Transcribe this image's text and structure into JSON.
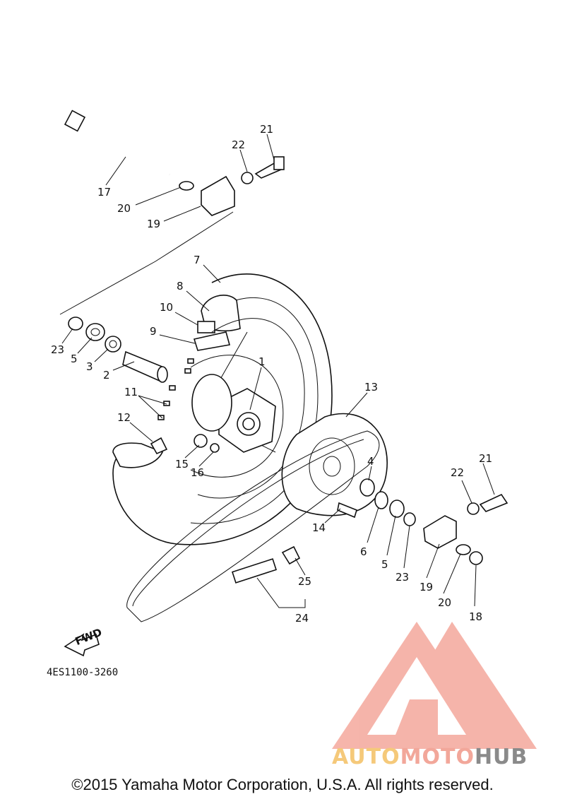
{
  "callouts": [
    {
      "id": "17",
      "label": "17"
    },
    {
      "id": "20a",
      "label": "20"
    },
    {
      "id": "19a",
      "label": "19"
    },
    {
      "id": "22a",
      "label": "22"
    },
    {
      "id": "21a",
      "label": "21"
    },
    {
      "id": "7",
      "label": "7"
    },
    {
      "id": "8",
      "label": "8"
    },
    {
      "id": "10",
      "label": "10"
    },
    {
      "id": "9",
      "label": "9"
    },
    {
      "id": "23a",
      "label": "23"
    },
    {
      "id": "5a",
      "label": "5"
    },
    {
      "id": "3",
      "label": "3"
    },
    {
      "id": "2",
      "label": "2"
    },
    {
      "id": "1",
      "label": "1"
    },
    {
      "id": "11",
      "label": "11"
    },
    {
      "id": "12",
      "label": "12"
    },
    {
      "id": "15",
      "label": "15"
    },
    {
      "id": "16",
      "label": "16"
    },
    {
      "id": "13",
      "label": "13"
    },
    {
      "id": "4",
      "label": "4"
    },
    {
      "id": "14",
      "label": "14"
    },
    {
      "id": "6",
      "label": "6"
    },
    {
      "id": "5b",
      "label": "5"
    },
    {
      "id": "23b",
      "label": "23"
    },
    {
      "id": "22b",
      "label": "22"
    },
    {
      "id": "21b",
      "label": "21"
    },
    {
      "id": "19b",
      "label": "19"
    },
    {
      "id": "20b",
      "label": "20"
    },
    {
      "id": "18",
      "label": "18"
    },
    {
      "id": "25",
      "label": "25"
    },
    {
      "id": "24",
      "label": "24"
    }
  ],
  "fwd_label": "FWD",
  "diagram_code": "4ES1100-3260",
  "copyright": "©2015 Yamaha Motor Corporation, U.S.A. All rights reserved.",
  "watermark": {
    "part1": "AUTO",
    "part2": "MOTO",
    "part3": "HUB",
    "colors": {
      "auto": "#f5c97a",
      "moto": "#f2a79a",
      "hub": "#8a8a8a",
      "logo": "#f4a89c"
    }
  }
}
